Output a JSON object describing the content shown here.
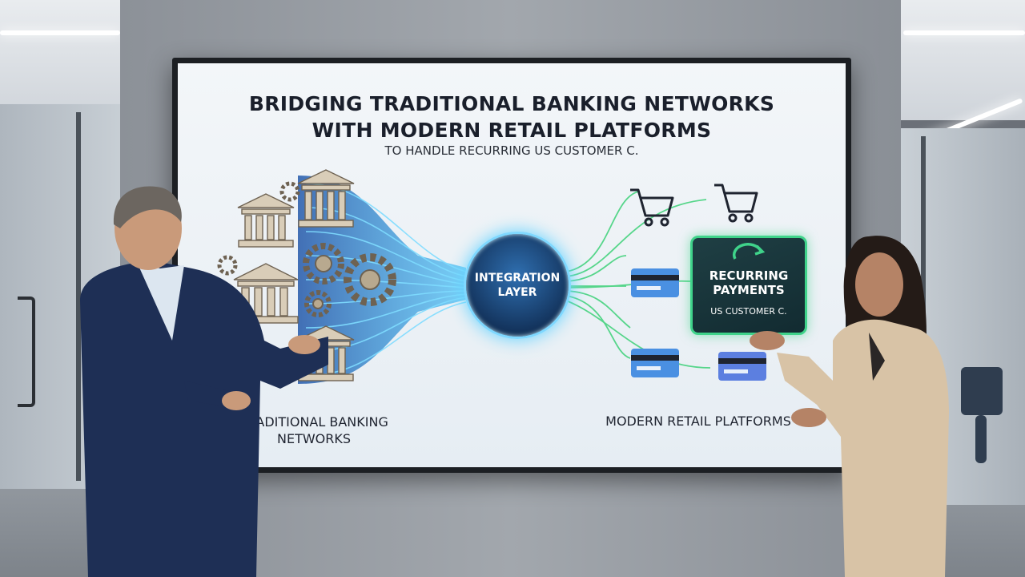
{
  "slide": {
    "headline_line1": "BRIDGING TRADITIONAL BANKING NETWORKS",
    "headline_line2": "WITH MODERN RETAIL PLATFORMS",
    "subheadline": "TO HANDLE RECURRING US CUSTOMER C.",
    "integration_label": "INTEGRATION LAYER",
    "recurring_title": "RECURRING PAYMENTS",
    "recurring_subtitle": "US CUSTOMER C.",
    "left_label": "TRADITIONAL BANKING NETWORKS",
    "right_label": "MODERN RETAIL PLATFORMS"
  },
  "icons": [
    "bank-building-icon",
    "gear-icon",
    "shopping-cart-icon",
    "credit-card-icon",
    "recurring-arrows-icon"
  ],
  "colors": {
    "banking_accent": "#1e88e5",
    "integration_glow": "#5fd2ff",
    "retail_accent": "#3fd38a",
    "suit_navy": "#1e2f55",
    "blazer_beige": "#d8c3a6"
  }
}
